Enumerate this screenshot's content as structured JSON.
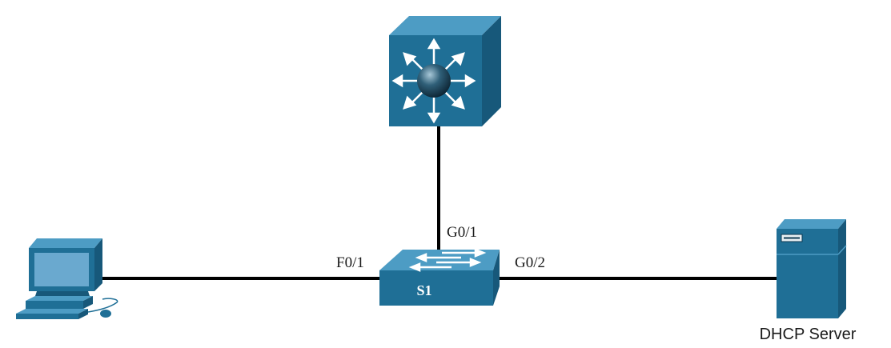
{
  "colors": {
    "device_front": "#1f6f96",
    "device_top": "#4d9cc4",
    "device_side": "#17587a",
    "screen": "#6aa9cf",
    "cable": "#000000"
  },
  "devices": {
    "multilayer_switch": {
      "icon": "multilayer-switch-icon"
    },
    "switch": {
      "name": "S1",
      "icon": "workgroup-switch-icon"
    },
    "pc": {
      "icon": "pc-icon"
    },
    "server": {
      "name": "DHCP Server",
      "icon": "server-icon"
    }
  },
  "ports": {
    "s1_uplink": "G0/1",
    "s1_pc": "F0/1",
    "s1_server": "G0/2"
  }
}
